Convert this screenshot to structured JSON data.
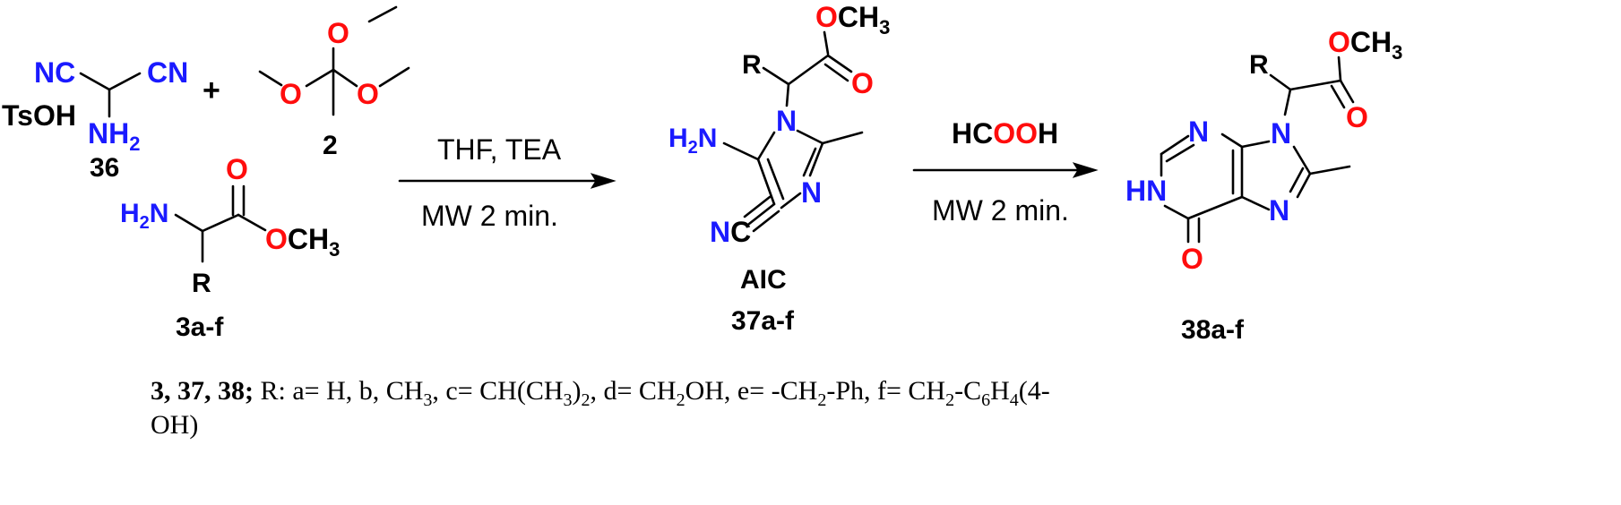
{
  "atoms": {
    "NC": "NC",
    "CN": "CN",
    "TsOH": "TsOH",
    "NH2_main": "NH",
    "sub2": "2",
    "H2N_H2": "H",
    "H2N_2": "2",
    "H2N_N": "N",
    "O": "O",
    "OCH3_O": "O",
    "OCH3_CH3": "CH",
    "OCH3_3": "3",
    "R": "R",
    "N": "N",
    "H2N_37_H": "H",
    "H2N_37_2": "2",
    "H2N_37_N": "N",
    "NC_N": "N",
    "NC_C": "C",
    "HN": "HN",
    "plus": "+"
  },
  "compounds": {
    "c36": "36",
    "c2": "2",
    "c3": "3a-f",
    "aic": "AIC",
    "c37": "37a-f",
    "c38": "38a-f"
  },
  "reagents": {
    "step1_top": "THF, TEA",
    "step1_bottom": "MW 2 min.",
    "step2_top_H": "HC",
    "step2_top_O": "OO",
    "step2_top_H2": "H",
    "step2_bottom": "MW 2 min."
  },
  "caption": {
    "bold": "3, 37, 38;",
    "p1": " R: a= H, b, CH",
    "s1": "3",
    "p2": ", c= CH(CH",
    "s2": "3",
    "p3": ")",
    "s3": "2",
    "p4": ", d= CH",
    "s4": "2",
    "p5": "OH, e= -CH",
    "s5": "2",
    "p6": "-Ph, f= CH",
    "s6": "2",
    "p7": "-C",
    "s7": "6",
    "p8": "H",
    "s8": "4",
    "p9": "(4-",
    "line2": "OH)"
  },
  "colors": {
    "nitrogen": "#1a1aff",
    "oxygen": "#ff0d0d",
    "carbon": "#000000"
  }
}
